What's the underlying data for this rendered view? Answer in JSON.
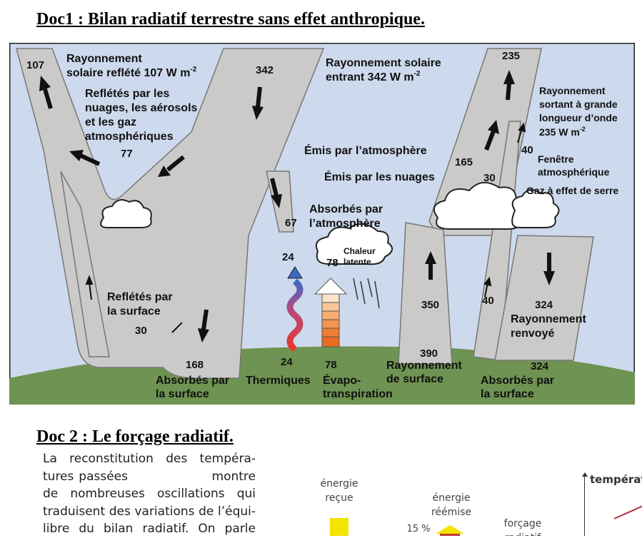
{
  "doc1": {
    "title": "Doc1 : Bilan radiatif terrestre sans effet anthropique.",
    "labels": {
      "v107": "107",
      "reflected_title_1": "Rayonnement",
      "reflected_title_2": "solaire reflété 107 W m",
      "clouds_1": "Reflétés par les",
      "clouds_2": "nuages, les aérosols",
      "clouds_3": "et les gaz",
      "clouds_4": "atmosphériques",
      "v77": "77",
      "v342": "342",
      "incoming_1": "Rayonnement solaire",
      "incoming_2": "entrant 342 W m",
      "v235": "235",
      "outgoing_1": "Rayonnement",
      "outgoing_2": "sortant à grande",
      "outgoing_3": "longueur d’onde",
      "outgoing_4": "235 W m",
      "emitted_atm": "Émis par l’atmosphère",
      "emitted_clouds": "Émis par les nuages",
      "v165": "165",
      "v30a": "30",
      "v40a": "40",
      "window_1": "Fenêtre",
      "window_2": "atmosphérique",
      "ghg": "Gaz à effet de serre",
      "v67": "67",
      "absorbed_atm_1": "Absorbés par",
      "absorbed_atm_2": "l’atmosphère",
      "v24a": "24",
      "v78a": "78",
      "latent_1": "Chaleur",
      "latent_2": "latente",
      "surface_reflect_1": "Reflétés par",
      "surface_reflect_2": "la surface",
      "v30b": "30",
      "v350": "350",
      "v40b": "40",
      "v324a": "324",
      "back_1": "Rayonnement",
      "back_2": "renvoyé",
      "v390": "390",
      "v168": "168",
      "v24b": "24",
      "v78b": "78",
      "v324b": "324",
      "abs_surf_1": "Absorbés par",
      "abs_surf_2": "la surface",
      "thermals": "Thermiques",
      "evapo_1": "Évapo-",
      "evapo_2": "transpiration",
      "surf_rad_1": "Rayonnement",
      "surf_rad_2": "de surface",
      "abs_surf_3": "Absorbés par",
      "abs_surf_4": "la surface",
      "exp": "-2"
    },
    "colors": {
      "sky": "#cdd9ec",
      "flux": "#cbcac9",
      "ground": "#6e9352"
    }
  },
  "doc2": {
    "title": "Doc 2 : Le forçage radiatif.",
    "paragraph": [
      "La reconstitution des tempéra-",
      "tures passées                 montre",
      "de nombreuses oscillations qui",
      "traduisent des variations de l’équi-",
      "libre du bilan radiatif. On parle"
    ],
    "energy_received_1": "énergie",
    "energy_received_2": "reçue",
    "energy_reemitted_1": "énergie",
    "energy_reemitted_2": "réémise",
    "percent": "15 %",
    "forcing": "forçage",
    "forcing_2": "radiatif",
    "temperature": "températ"
  }
}
